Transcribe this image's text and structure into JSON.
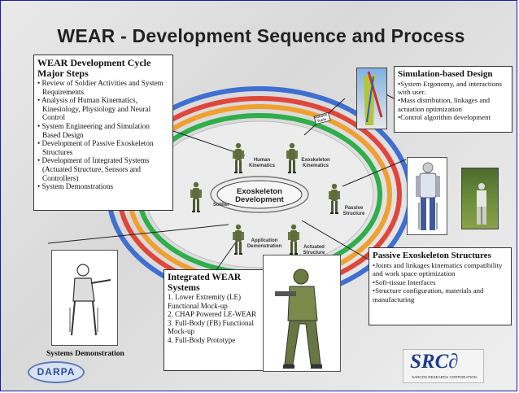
{
  "title": "WEAR - Development Sequence and Process",
  "center_label": "Exoskeleton Development",
  "tab_sign": "Robotic Tools",
  "cycle_box": {
    "heading": "WEAR Development Cycle Major Steps",
    "items": [
      "• Review of Soldier Activities and System Requirements",
      "• Analysis of Human Kinematics, Kinesiology, Physiology and Neural Control",
      "• System Engineering and Simulation Based Design",
      "• Development of Passive Exoskeleton Structures",
      "• Development of Integrated Systems (Actuated Structure, Sensors and Controllers)",
      "• System Demonstrations"
    ]
  },
  "simulation_box": {
    "heading": "Simulation-based Design",
    "items": [
      "•System Ergonomy, and interactions with user.",
      "•Mass distribution, linkages and actuation optimization",
      "•Control algorithm development"
    ]
  },
  "passive_box": {
    "heading": "Passive Exoskeleton Structures",
    "items": [
      "•Joints and linkages kinematics compatibility and work space optimization",
      "•Soft-tissue Interfaces",
      "•Structure configuration, materials and manufacturing"
    ]
  },
  "integrated_box": {
    "heading": "Integrated WEAR Systems",
    "items": [
      "1. Lower Extremity (LE) Functional Mock-up",
      "2. CHAP Powered LE-WEAR",
      "3. Full-Body (FB) Functional Mock-up",
      "4. Full-Body Prototype"
    ]
  },
  "systems_caption": "Systems Demonstration",
  "stages": {
    "soldier": "Soldier",
    "human_kinematics": "Human Kinematics",
    "exoskeleton_kinematics": "Exoskeleton Kinematics",
    "passive_structure": "Passive Structure",
    "actuated_structure": "Actuated Structure",
    "application_demonstration": "Application Demonstration"
  },
  "logos": {
    "darpa": "DARPA",
    "src_mark": "SRC∂",
    "src_sub": "SARCOS RESEARCH CORPORATION"
  },
  "colors": {
    "ring_blue": "#3f6fd0",
    "ring_red": "#e0463a",
    "ring_orange": "#f0a030",
    "ring_green": "#2fae4a",
    "frame_border": "#1a1a9c",
    "soldier_uniform": "#5f6b3a"
  },
  "icons": [
    "soldier-figure-icon",
    "simulation-render-icon",
    "exoskeleton-suit-icon",
    "sketch-drawing-icon"
  ]
}
